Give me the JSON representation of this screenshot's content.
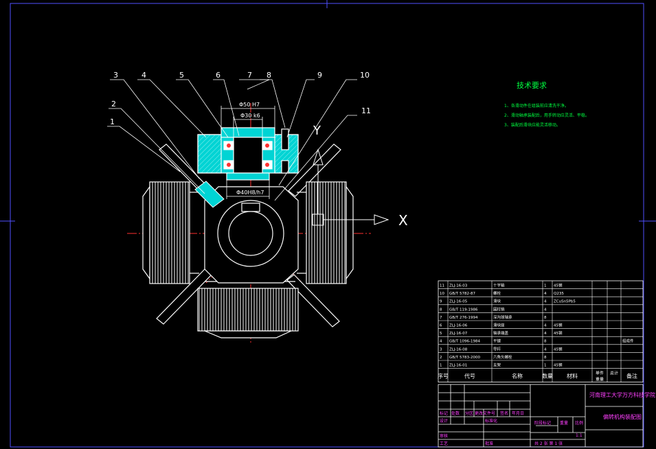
{
  "leaders": [
    "3",
    "4",
    "5",
    "6",
    "7",
    "8",
    "9",
    "10",
    "2",
    "1",
    "11"
  ],
  "dims": {
    "d_outer": "Φ50 H7",
    "d_inner": "Φ30 k6",
    "d_bottom": "Φ40H8/h7"
  },
  "axes": {
    "x": "X",
    "y": "Y"
  },
  "tech": {
    "title": "技术要求",
    "lines": [
      "1、各滑动件在组装前应清洗干净。",
      "2、滑动轴承装配后，用手转动应灵活、平稳。",
      "3、装配后滑块应能灵活移动。"
    ]
  },
  "bom": {
    "rows": [
      {
        "no": "11",
        "code": "ZLJ-16-03",
        "name": "十字轴",
        "qty": "1",
        "mat": "45钢",
        "note": ""
      },
      {
        "no": "10",
        "code": "GB/T 5782-87",
        "name": "螺栓",
        "qty": "4",
        "mat": "Q235",
        "note": ""
      },
      {
        "no": "9",
        "code": "ZLJ-16-05",
        "name": "滑块",
        "qty": "4",
        "mat": "ZCuSn5Pb5",
        "note": ""
      },
      {
        "no": "8",
        "code": "GB/T 119-1986",
        "name": "圆柱销",
        "qty": "4",
        "mat": "",
        "note": ""
      },
      {
        "no": "7",
        "code": "GB/T 276-1994",
        "name": "深沟球轴承",
        "qty": "8",
        "mat": "",
        "note": ""
      },
      {
        "no": "6",
        "code": "ZLJ-16-06",
        "name": "滑块座",
        "qty": "4",
        "mat": "45钢",
        "note": ""
      },
      {
        "no": "5",
        "code": "ZLJ-16-07",
        "name": "轴承端盖",
        "qty": "4",
        "mat": "45钢",
        "note": ""
      },
      {
        "no": "4",
        "code": "GB/T 1096-1984",
        "name": "平键",
        "qty": "8",
        "mat": "",
        "note": "组成件"
      },
      {
        "no": "3",
        "code": "ZLJ-16-08",
        "name": "导杆",
        "qty": "4",
        "mat": "45钢",
        "note": ""
      },
      {
        "no": "2",
        "code": "GB/T 5783-2000",
        "name": "六角头螺栓",
        "qty": "8",
        "mat": "",
        "note": ""
      },
      {
        "no": "1",
        "code": "ZLJ-16-01",
        "name": "支架",
        "qty": "1",
        "mat": "45钢",
        "note": ""
      }
    ],
    "header": {
      "no": "序号",
      "code": "代号",
      "name": "名称",
      "qty": "数量",
      "mat": "材料",
      "unit": "单件",
      "total": "总计",
      "wt": "重量",
      "note": "备注"
    }
  },
  "title_block": {
    "school": "河南理工大学万方科技学院",
    "drawing": "偏转机构装配图",
    "labels": [
      "标记",
      "处数",
      "分区",
      "更改文件号",
      "签名",
      "年月日",
      "设计",
      "标准化",
      "阶段标记",
      "重量",
      "比例",
      "审核",
      "工艺",
      "批准"
    ],
    "scale": "1:1",
    "sheet": "共 2 张  第 1 张"
  }
}
